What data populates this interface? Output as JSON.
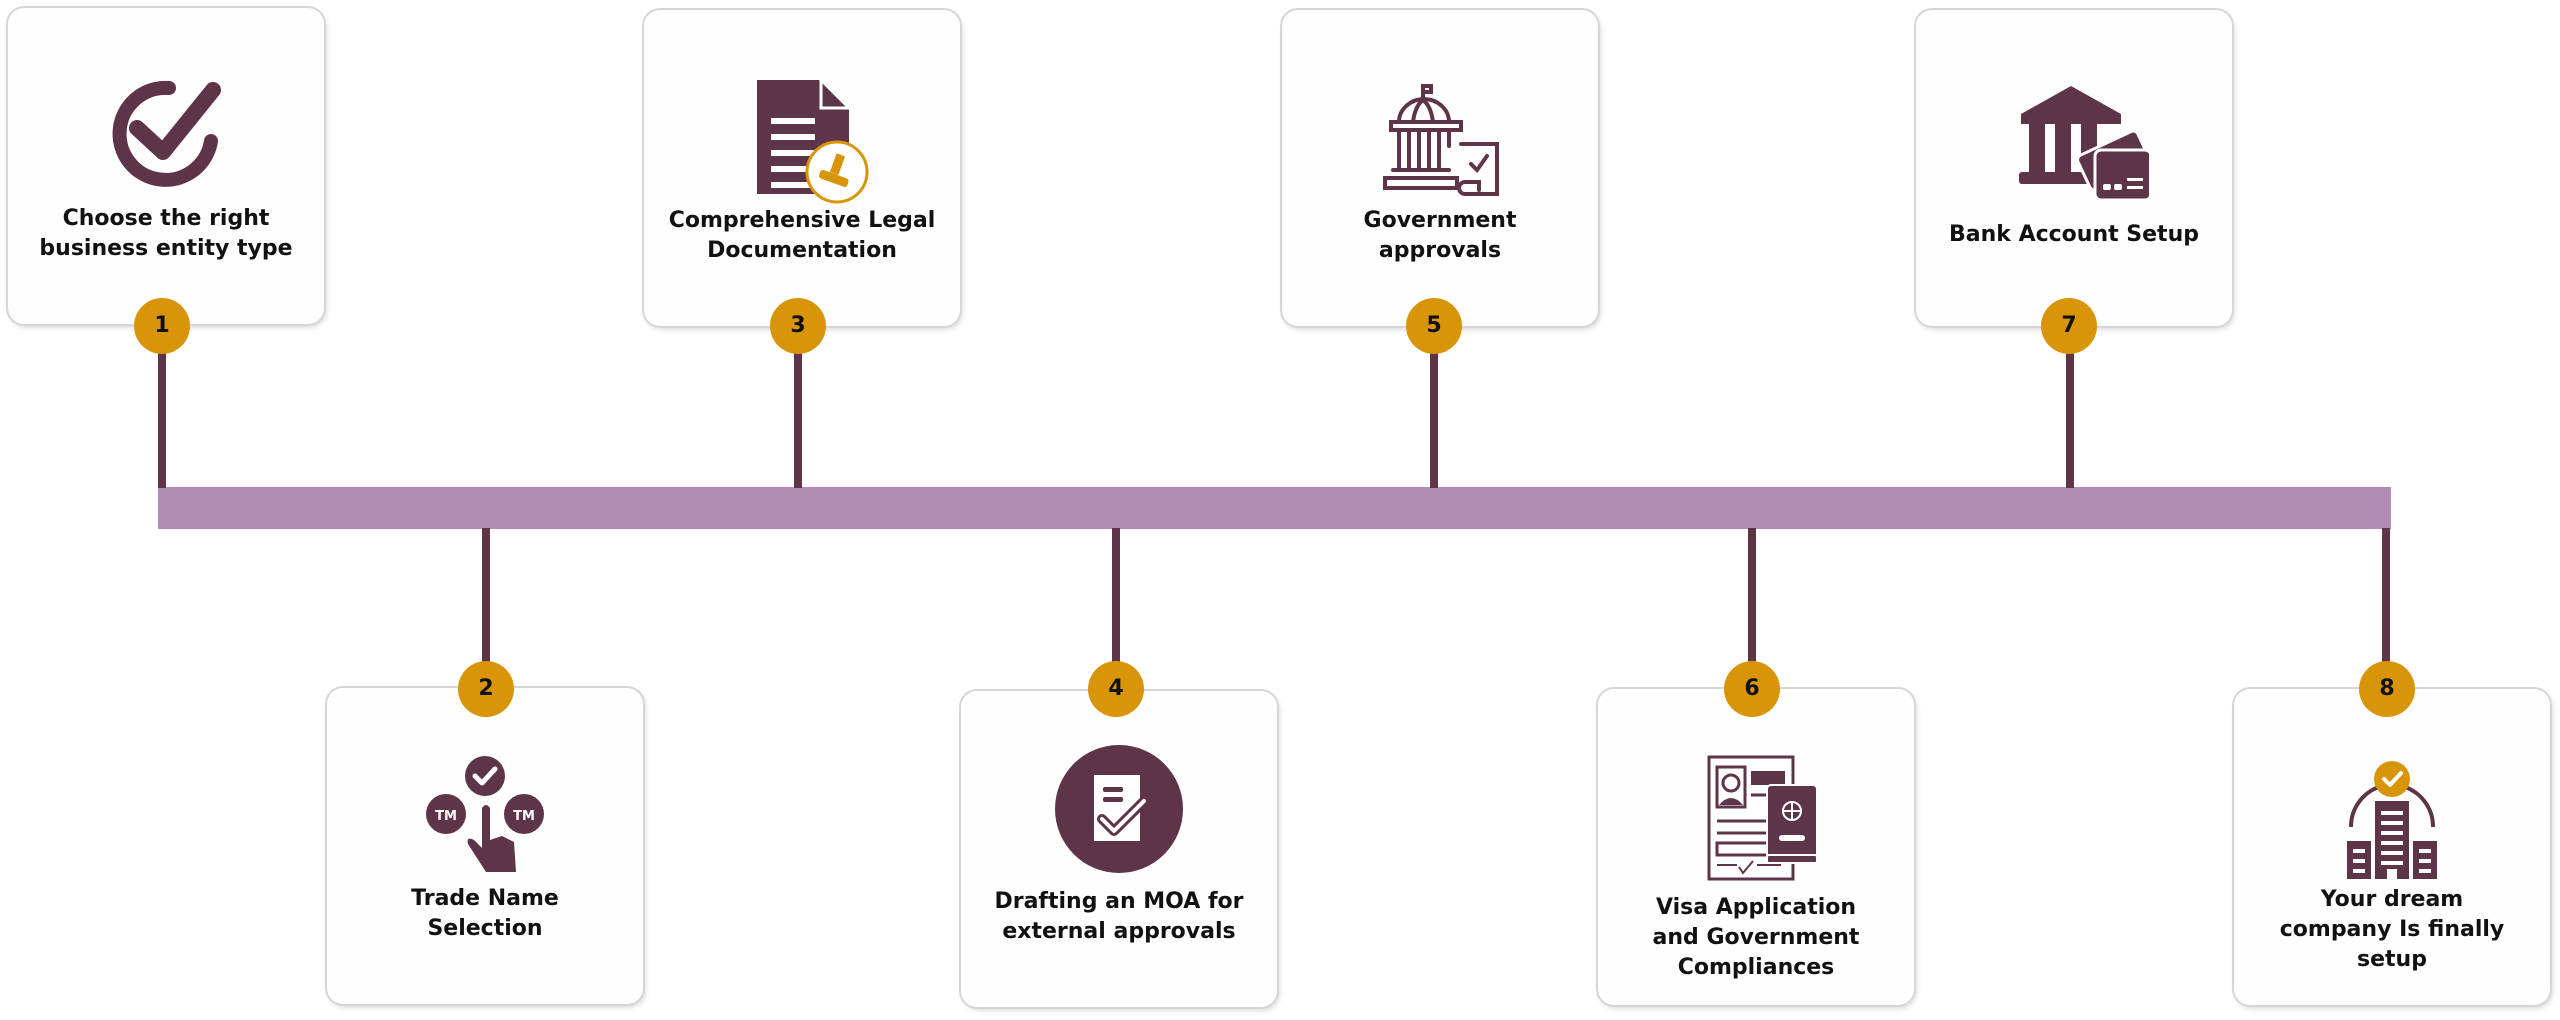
{
  "colors": {
    "timeline_bar": "#b08bb3",
    "connector": "#5e3449",
    "icon_primary": "#5e3449",
    "badge": "#d9950a",
    "card_background": "#fefefe"
  },
  "steps": [
    {
      "number": "1",
      "label": "Choose the right\nbusiness entity type",
      "icon": "check-circle-icon",
      "position": "top"
    },
    {
      "number": "2",
      "label": "Trade Name\nSelection",
      "icon": "trademark-hand-icon",
      "position": "bottom"
    },
    {
      "number": "3",
      "label": "Comprehensive Legal\nDocumentation",
      "icon": "document-stamp-icon",
      "position": "top"
    },
    {
      "number": "4",
      "label": "Drafting an MOA for\nexternal approvals",
      "icon": "document-check-icon",
      "position": "bottom"
    },
    {
      "number": "5",
      "label": "Government\napprovals",
      "icon": "government-building-icon",
      "position": "top"
    },
    {
      "number": "6",
      "label": "Visa Application\nand Government\nCompliances",
      "icon": "visa-passport-icon",
      "position": "bottom"
    },
    {
      "number": "7",
      "label": "Bank Account Setup",
      "icon": "bank-card-icon",
      "position": "top"
    },
    {
      "number": "8",
      "label": "Your dream\ncompany Is finally\nsetup",
      "icon": "company-building-icon",
      "position": "bottom"
    }
  ]
}
